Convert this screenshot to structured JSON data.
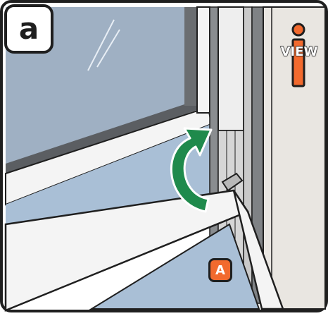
{
  "step_label": "a",
  "view_icon": {
    "name": "view-icon",
    "label": "VIEW"
  },
  "part_marker": {
    "label": "A"
  },
  "colors": {
    "sky_glass": "#9fb0c3",
    "frame_white": "#f2f2f2",
    "frame_gray": "#8a8d90",
    "wall": "#e9e6e1",
    "arrow_green": "#1f8a4c",
    "accent_orange": "#f26a2e",
    "outline": "#1f1f1f",
    "floor_blue": "#a9bfd6"
  }
}
